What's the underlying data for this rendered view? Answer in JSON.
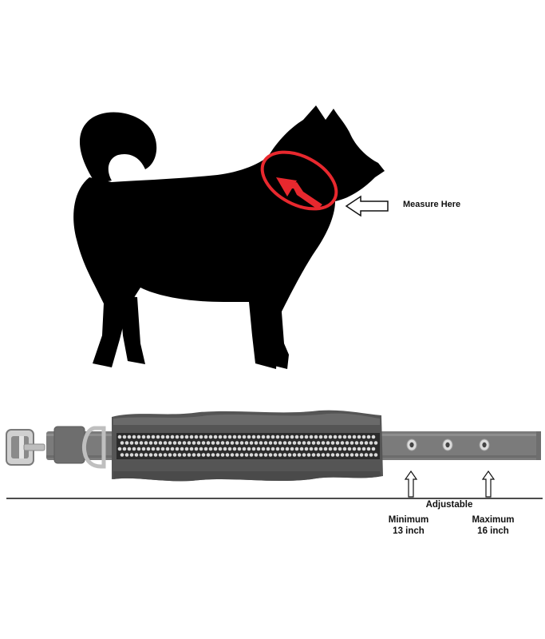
{
  "measure_label": "Measure Here",
  "scale_label": "Adjustable",
  "min_label": "Minimum",
  "min_value": "13 inch",
  "max_label": "Maximum",
  "max_value": "16 inch",
  "colors": {
    "silhouette": "#000000",
    "ring": "#e8282e",
    "collar": "#7b7b7b",
    "fur": "#555555",
    "rhinestone": "#d9d9d9"
  }
}
